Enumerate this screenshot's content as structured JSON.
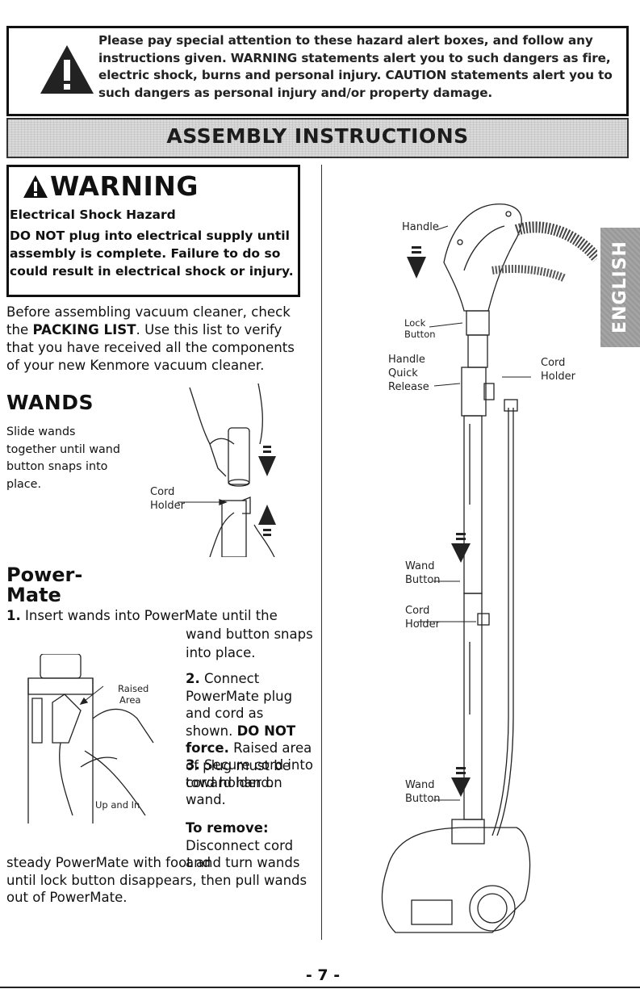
{
  "hazard": {
    "text": "Please pay special attention to these hazard alert boxes, and follow any instructions given. WARNING statements alert you to such dangers as fire, electric shock, burns and personal injury. CAUTION statements alert you to such dangers as personal injury and/or property damage."
  },
  "banner": {
    "title": "ASSEMBLY INSTRUCTIONS"
  },
  "warning": {
    "title": "WARNING",
    "subtitle": "Electrical Shock Hazard",
    "body": "DO NOT plug into electrical supply until assembly is complete. Failure to do so could result in electrical shock or injury."
  },
  "intro": {
    "pre": "Before assembling vacuum cleaner, check the ",
    "bold": "PACKING LIST",
    "post": ". Use this list to verify that you have received all the components of your new Kenmore vacuum cleaner."
  },
  "wands": {
    "heading": "WANDS",
    "text": "Slide wands together until wand button snaps into place.",
    "label_cord_holder_1": "Cord",
    "label_cord_holder_2": "Holder"
  },
  "powermate": {
    "heading": "Power-Mate",
    "step1_num": "1.",
    "step1_a": "Insert wands into PowerMate until the",
    "step1_b": "wand button snaps into place.",
    "step2_num": "2.",
    "step2_a": "Connect PowerMate plug and cord as shown.",
    "step2_bold": "DO NOT force.",
    "step2_b": "Raised area of plug must be toward hand.",
    "step3_num": "3.",
    "step3": "Secure cord into cord holder on wand.",
    "remove_bold": "To remove:",
    "remove_a": "Disconnect cord and",
    "remove_b": "steady PowerMate with foot and turn wands until lock button disappears, then pull wands out of PowerMate.",
    "label_raised_1": "Raised",
    "label_raised_2": "Area",
    "label_up_in": "Up and In"
  },
  "right_diagram": {
    "handle": "Handle",
    "lock_1": "Lock",
    "lock_2": "Button",
    "hqr_1": "Handle",
    "hqr_2": "Quick",
    "hqr_3": "Release",
    "cord_holder_1": "Cord",
    "cord_holder_2": "Holder",
    "wand_button_1a": "Wand",
    "wand_button_1b": "Button",
    "cord_holder_mid_1": "Cord",
    "cord_holder_mid_2": "Holder",
    "wand_button_2a": "Wand",
    "wand_button_2b": "Button"
  },
  "side_tab": {
    "text": "ENGLISH"
  },
  "footer": {
    "page": "- 7 -"
  }
}
